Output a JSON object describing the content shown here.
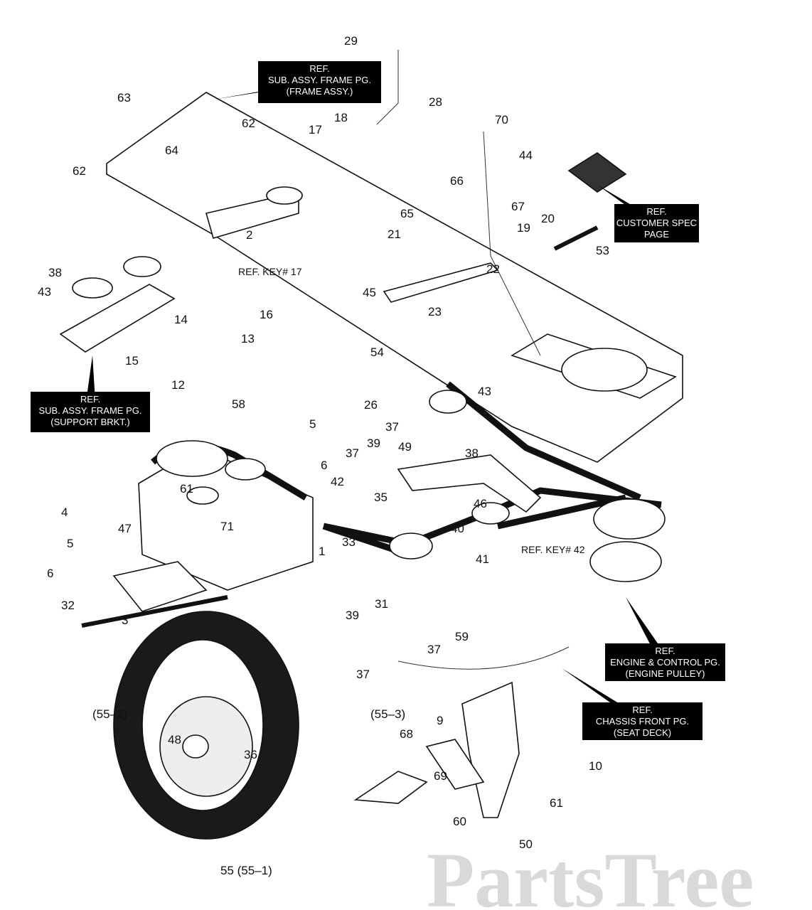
{
  "watermark": "PartsTree",
  "callouts": [
    "29",
    "28",
    "63",
    "62",
    "18",
    "17",
    "64",
    "70",
    "44",
    "62",
    "66",
    "67",
    "20",
    "65",
    "2",
    "21",
    "19",
    "53",
    "38",
    "22",
    "45",
    "43",
    "23",
    "14",
    "13",
    "16",
    "54",
    "15",
    "12",
    "26",
    "43",
    "58",
    "5",
    "37",
    "39",
    "49",
    "38",
    "37",
    "6",
    "42",
    "35",
    "46",
    "61",
    "4",
    "71",
    "47",
    "40",
    "5",
    "1",
    "33",
    "41",
    "6",
    "31",
    "32",
    "3",
    "39",
    "37",
    "59",
    "37",
    "(55–2)",
    "(55–3)",
    "9",
    "68",
    "48",
    "36",
    "69",
    "10",
    "61",
    "60",
    "50",
    "55 (55–1)"
  ],
  "ref_keys": [
    "REF. KEY# 17",
    "REF. KEY# 42"
  ],
  "ref_boxes": [
    {
      "lines": [
        "REF.",
        "SUB. ASSY. FRAME PG.",
        "(FRAME ASSY.)"
      ]
    },
    {
      "lines": [
        "REF.",
        "CUSTOMER SPEC",
        "PAGE"
      ]
    },
    {
      "lines": [
        "REF.",
        "SUB. ASSY. FRAME PG.",
        "(SUPPORT BRKT.)"
      ]
    },
    {
      "lines": [
        "REF.",
        "ENGINE & CONTROL PG.",
        "(ENGINE PULLEY)"
      ]
    },
    {
      "lines": [
        "REF.",
        "CHASSIS FRONT PG.",
        "(SEAT DECK)"
      ]
    }
  ],
  "colors": {
    "ref_box": "#000000",
    "watermark": "#d9d9d9"
  }
}
